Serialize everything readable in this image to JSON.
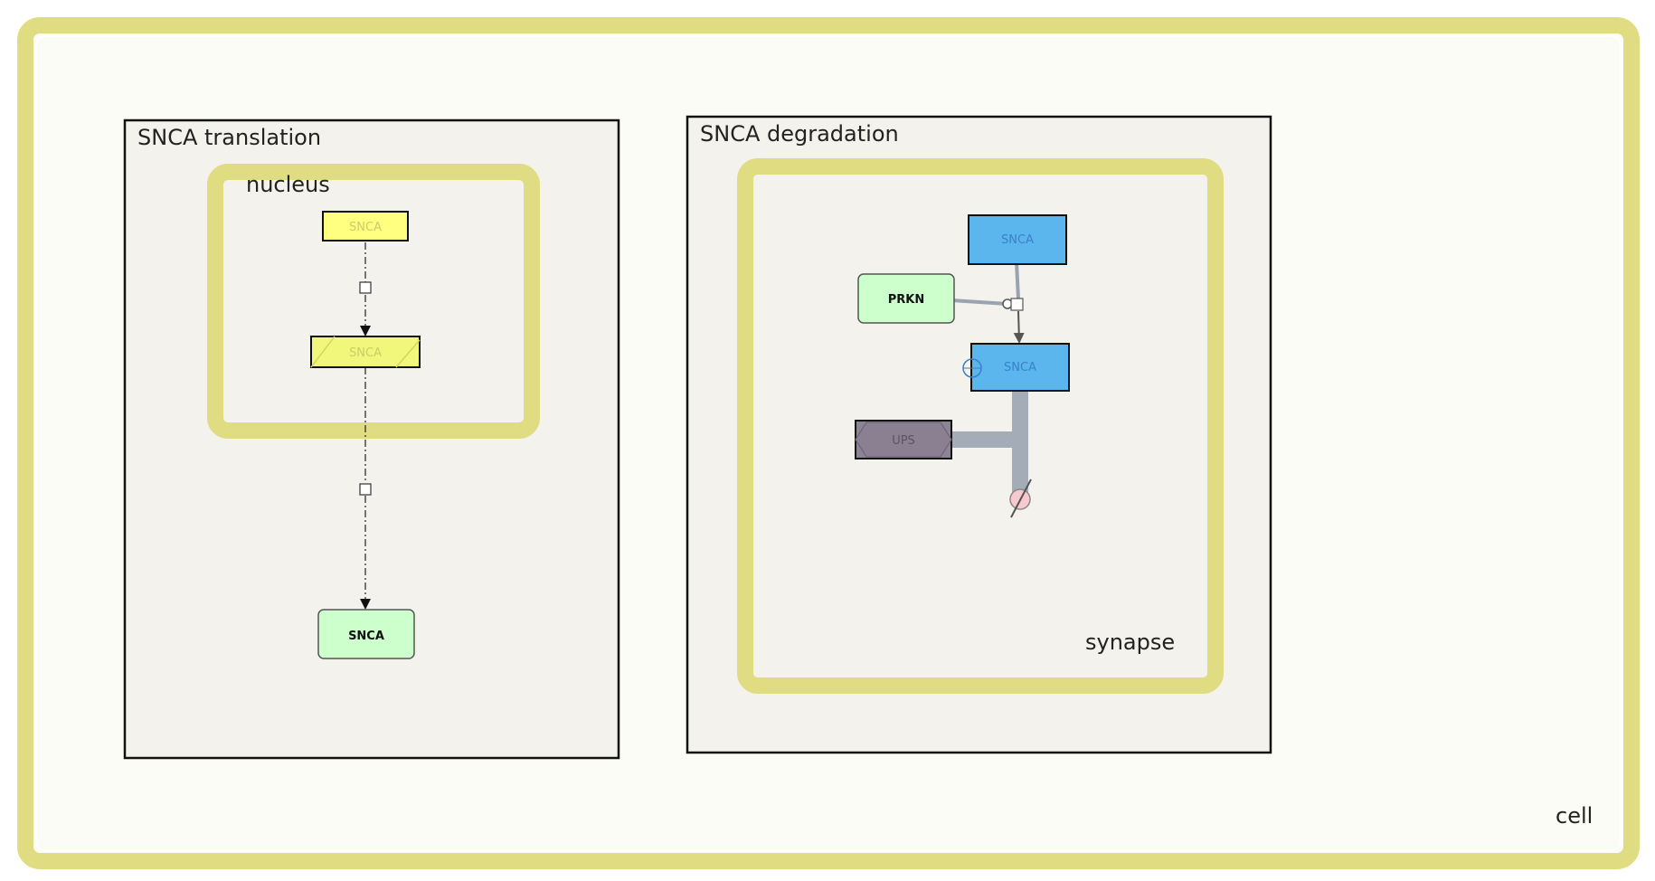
{
  "compartments": {
    "cell": "cell",
    "nucleus": "nucleus",
    "synapse": "synapse"
  },
  "submaps": {
    "translation": "SNCA translation",
    "degradation": "SNCA degradation"
  },
  "nodes": {
    "snca_gene": "SNCA",
    "snca_rna": "SNCA",
    "snca_protein": "SNCA",
    "prkn": "PRKN",
    "snca_top": "SNCA",
    "snca_ub": "SNCA",
    "ups": "UPS"
  },
  "colors": {
    "cell_border": "#e0dc82",
    "cell_fill": "#fcfcf6",
    "submap_fill": "#f3f2ec",
    "gene_fill": "#ffff80",
    "rna_fill": "#f0f77a",
    "protein_green": "#ccffcc",
    "protein_blue": "#5bb6ee",
    "ups_fill": "#8c8494",
    "edge_gray": "#a3acb7"
  }
}
